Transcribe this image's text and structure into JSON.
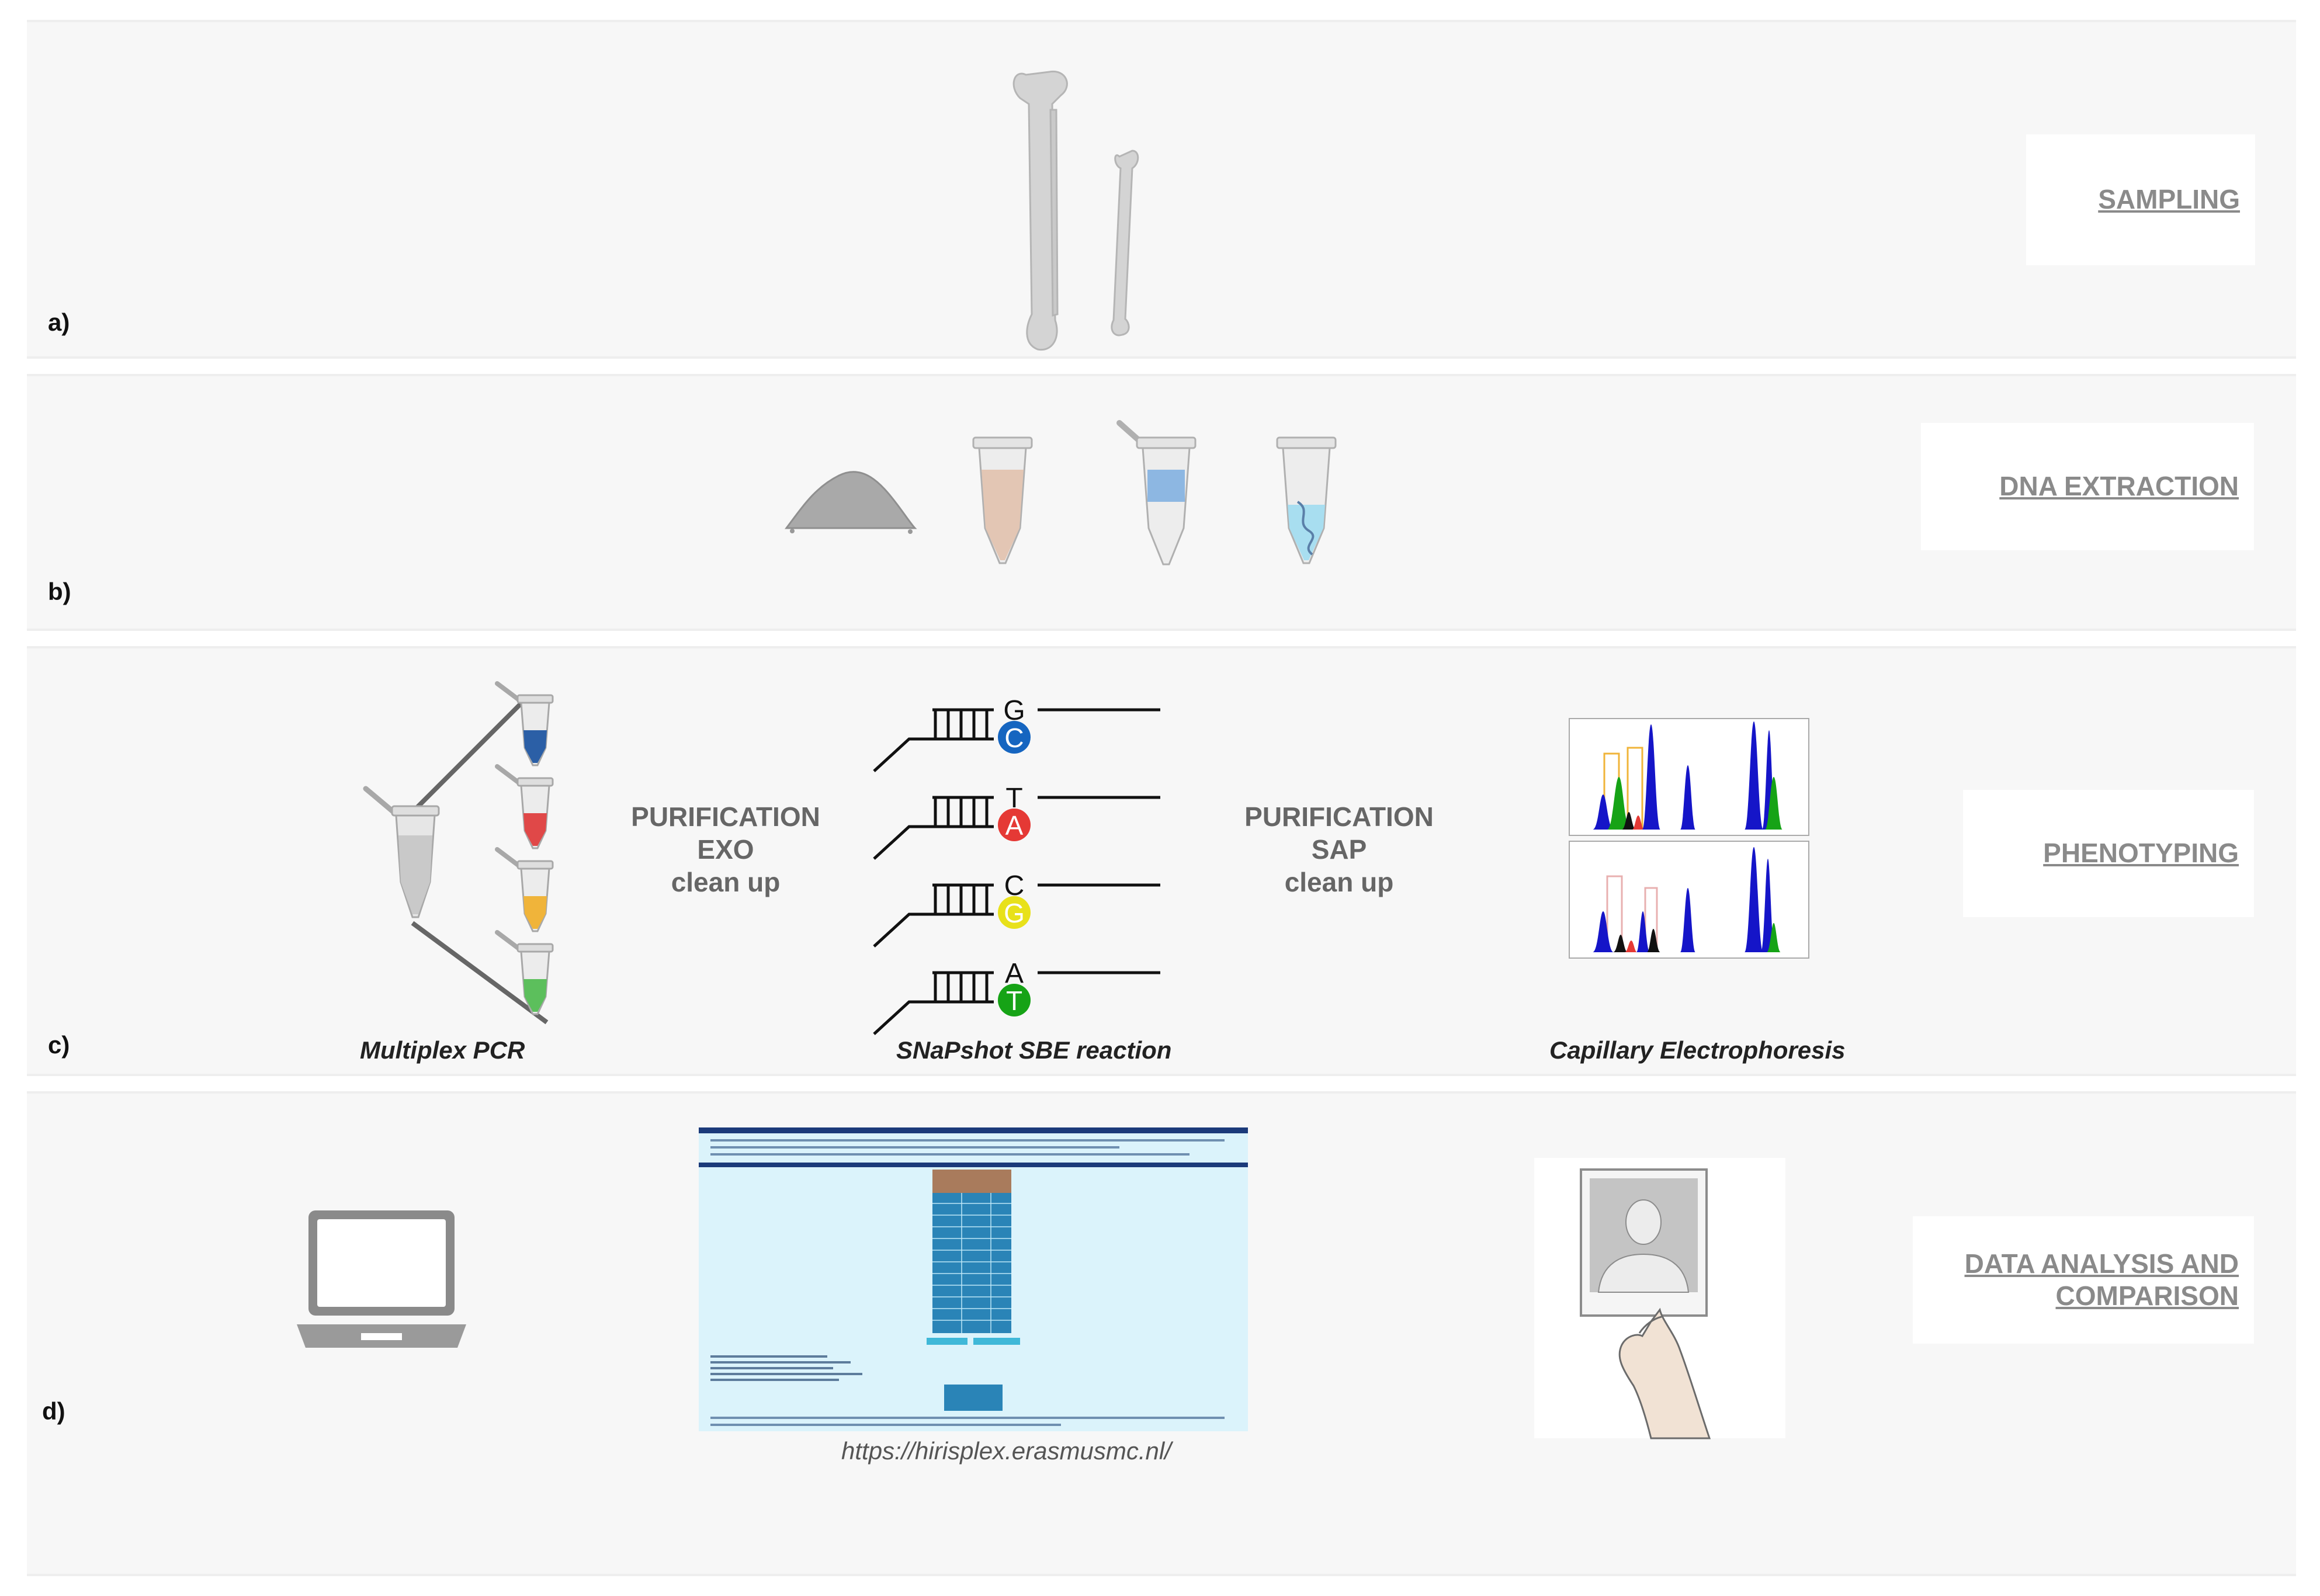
{
  "panels": {
    "a": {
      "label": "a)",
      "step": "SAMPLING"
    },
    "b": {
      "label": "b)",
      "step": "DNA EXTRACTION"
    },
    "c": {
      "label": "c)",
      "step": "PHENOTYPING",
      "purification_exo": [
        "PURIFICATION",
        "EXO",
        "clean up"
      ],
      "purification_sap": [
        "PURIFICATION",
        "SAP",
        "clean up"
      ],
      "captions": {
        "pcr": "Multiplex PCR",
        "sbe": "SNaPshot SBE reaction",
        "ce": "Capillary Electrophoresis"
      },
      "sbe_pairs": [
        {
          "template": "G",
          "ddntp": "C",
          "color": "#1565c0"
        },
        {
          "template": "T",
          "ddntp": "A",
          "color": "#e53935"
        },
        {
          "template": "C",
          "ddntp": "G",
          "color": "#e8e11a"
        },
        {
          "template": "A",
          "ddntp": "T",
          "color": "#16a316"
        }
      ],
      "pcr_tube_colors": [
        "#2b5fa6",
        "#e04848",
        "#f0b43a",
        "#5cbf5c"
      ]
    },
    "d": {
      "label": "d)",
      "step_line1": "DATA ANALYSIS AND",
      "step_line2": "COMPARISON",
      "url": "https://hirisplex.erasmusmc.nl/"
    }
  }
}
